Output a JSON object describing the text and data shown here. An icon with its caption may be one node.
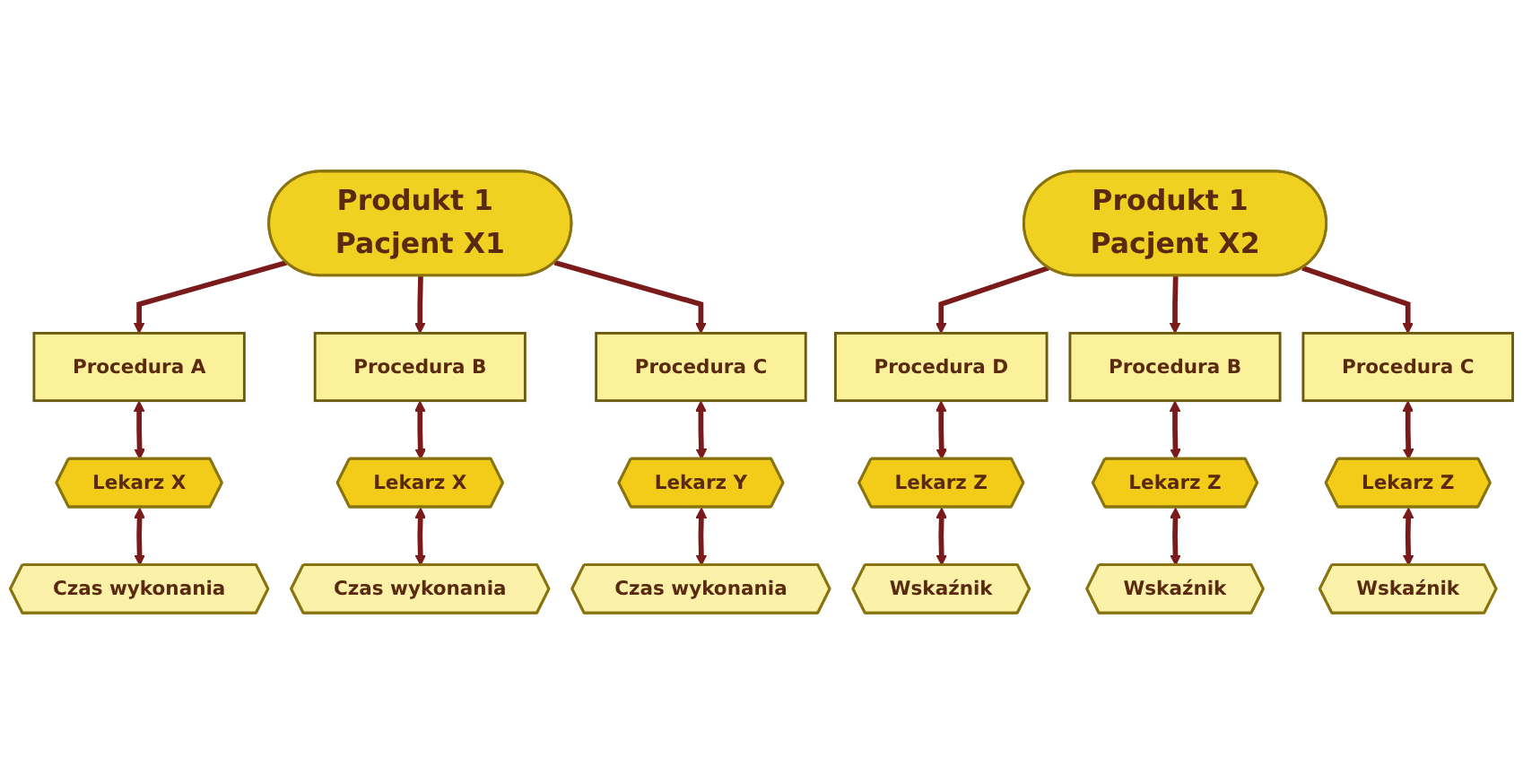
{
  "diagram": {
    "nodes": [
      {
        "text": [
          "Produkt 1 Pacjent X1"
        ]
      },
      {
        "text": [
          "Procedura A"
        ]
      },
      {
        "text": [
          "Procedura B"
        ]
      },
      {
        "text": [
          "Procedura C"
        ]
      },
      {
        "text": [
          "Lekarz X"
        ]
      },
      {
        "text": [
          "Lekarz X"
        ]
      },
      {
        "text": [
          "Lekarz Y"
        ]
      },
      {
        "text": [
          "Czas wykonania"
        ]
      },
      {
        "text": [
          "Czas wykonania"
        ]
      },
      {
        "text": [
          "Czas wykonania"
        ]
      },
      {
        "text": [
          "Produkt 1 Pacjent X2"
        ]
      },
      {
        "text": [
          "Procedura D"
        ]
      },
      {
        "text": [
          "Procedura B"
        ]
      },
      {
        "text": [
          "Procedura C"
        ]
      },
      {
        "text": [
          "Lekarz Z"
        ]
      },
      {
        "text": [
          "Lekarz Z"
        ]
      },
      {
        "text": [
          "Lekarz Z"
        ]
      },
      {
        "text": [
          "Wskaźnik"
        ]
      },
      {
        "text": [
          "Wskaźnik"
        ]
      },
      {
        "text": [
          "Wskaźnik"
        ]
      }
    ],
    "edges": [
      {
        "from": 0,
        "to": 1,
        "arrow": "to"
      },
      {
        "from": 0,
        "to": 2,
        "arrow": "to"
      },
      {
        "from": 0,
        "to": 3,
        "arrow": "to"
      },
      {
        "from": 1,
        "to": 4,
        "arrow": "both"
      },
      {
        "from": 2,
        "to": 5,
        "arrow": "both"
      },
      {
        "from": 3,
        "to": 6,
        "arrow": "both"
      },
      {
        "from": 4,
        "to": 7,
        "arrow": "both"
      },
      {
        "from": 5,
        "to": 8,
        "arrow": "both"
      },
      {
        "from": 6,
        "to": 9,
        "arrow": "both"
      },
      {
        "from": 10,
        "to": 11,
        "arrow": "to"
      },
      {
        "from": 10,
        "to": 12,
        "arrow": "to"
      },
      {
        "from": 10,
        "to": 13,
        "arrow": "to"
      },
      {
        "from": 11,
        "to": 14,
        "arrow": "both"
      },
      {
        "from": 12,
        "to": 15,
        "arrow": "both"
      },
      {
        "from": 13,
        "to": 16,
        "arrow": "both"
      },
      {
        "from": 14,
        "to": 17,
        "arrow": "both"
      },
      {
        "from": 15,
        "to": 18,
        "arrow": "both"
      },
      {
        "from": 16,
        "to": 19,
        "arrow": "both"
      }
    ]
  }
}
